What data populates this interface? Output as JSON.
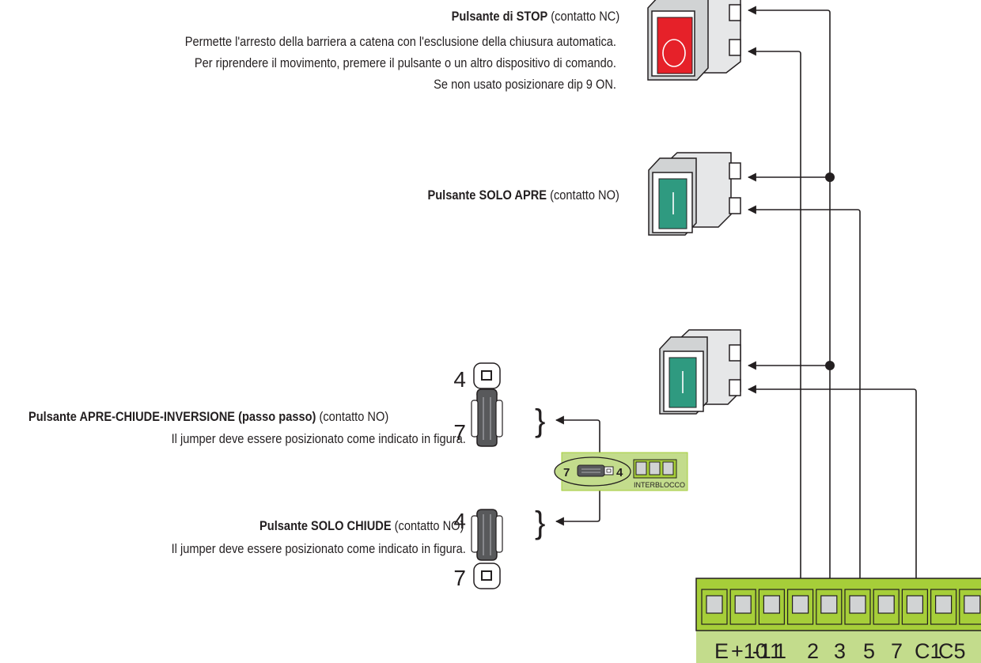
{
  "stop_button": {
    "title": "Pulsante di STOP",
    "contact": "(contatto NC)",
    "lines": [
      "Permette l'arresto della barriera a catena con l'esclusione della chiusura automatica.",
      "Per riprendere il movimento, premere il pulsante o un altro dispositivo di comando.",
      "Se non usato posizionare dip 9 ON."
    ]
  },
  "open_button": {
    "title": "Pulsante SOLO APRE",
    "contact": "(contatto NO)"
  },
  "step_button": {
    "title": "Pulsante APRE-CHIUDE-INVERSIONE (passo passo)",
    "contact": "(contatto NO)",
    "note": "Il jumper deve essere posizionato come indicato in figura."
  },
  "close_button": {
    "title": "Pulsante SOLO CHIUDE",
    "contact": "(contatto NO)",
    "note": "Il jumper deve essere posizionato come indicato in figura."
  },
  "jumper_step": {
    "top": "4",
    "bottom": "7"
  },
  "jumper_close": {
    "top": "4",
    "bottom": "7"
  },
  "jumper_block": {
    "left": "7",
    "right": "4",
    "label": "INTERBLOCCO"
  },
  "terminal_labels": [
    "E",
    "+10",
    "-11",
    "1",
    "2",
    "3",
    "5",
    "7",
    "C1",
    "C5"
  ],
  "colors": {
    "stop_red": "#e62129",
    "button_green": "#2f9a80",
    "terminal_green": "#a6ce39",
    "panel_green": "#c3dc8c",
    "body_grey": "#e6e7e8",
    "line": "#231f20"
  }
}
